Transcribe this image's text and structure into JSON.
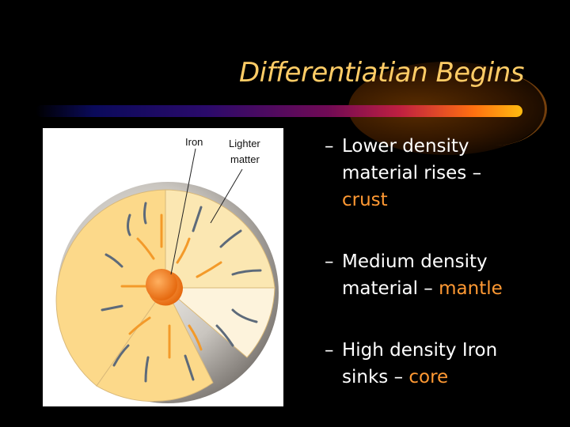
{
  "title": "Differentiatian Begins",
  "figure": {
    "label_iron": "Iron",
    "label_lighter_1": "Lighter",
    "label_lighter_2": "matter"
  },
  "bullets": [
    {
      "dash": "–",
      "text_1": "Lower density",
      "text_2": "material rises –",
      "highlight": "crust"
    },
    {
      "dash": "–",
      "text_1": "Medium density",
      "text_2": "material – ",
      "highlight": "mantle"
    },
    {
      "dash": "–",
      "text_1": "High density Iron",
      "text_2": "sinks – ",
      "highlight": "core"
    }
  ],
  "colors": {
    "title": "#FFCC66",
    "highlight": "#FF9933",
    "text": "#FFFFFF"
  }
}
